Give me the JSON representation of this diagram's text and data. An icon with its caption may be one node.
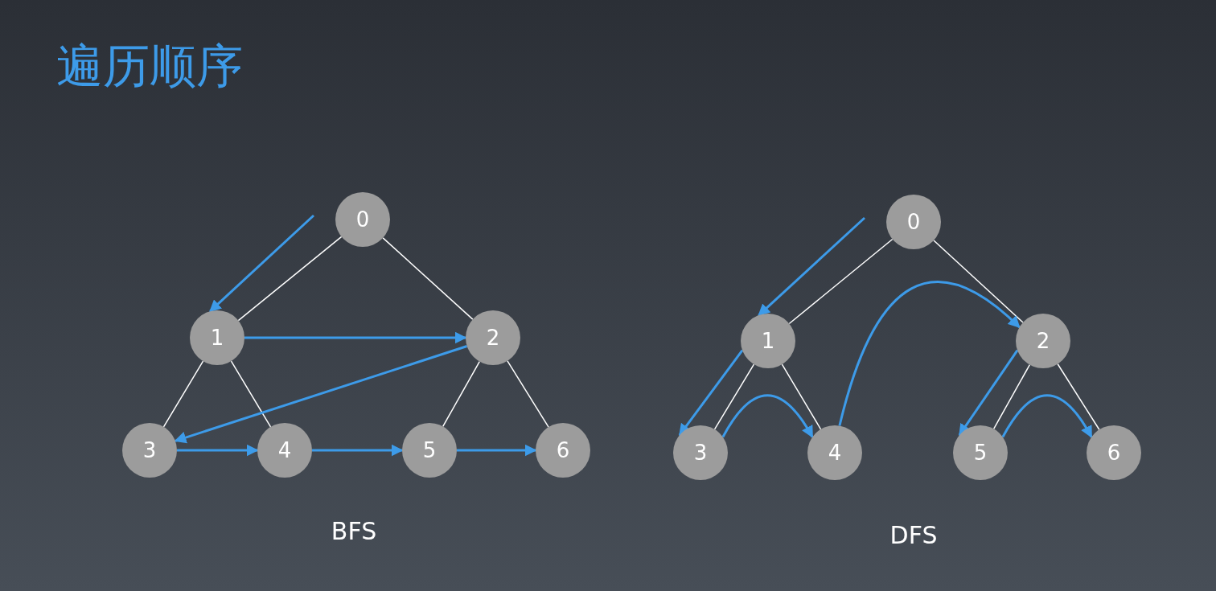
{
  "diagram": {
    "title": "遍历顺序",
    "nodes": [
      {
        "text": [
          "0"
        ]
      },
      {
        "text": [
          "1"
        ]
      },
      {
        "text": [
          "2"
        ]
      },
      {
        "text": [
          "3"
        ]
      },
      {
        "text": [
          "4"
        ]
      },
      {
        "text": [
          "5"
        ]
      },
      {
        "text": [
          "6"
        ]
      },
      {
        "text": [
          "0"
        ]
      },
      {
        "text": [
          "1"
        ]
      },
      {
        "text": [
          "2"
        ]
      },
      {
        "text": [
          "3"
        ]
      },
      {
        "text": [
          "4"
        ]
      },
      {
        "text": [
          "5"
        ]
      },
      {
        "text": [
          "6"
        ]
      }
    ],
    "edges": [
      {
        "from": 0,
        "to": 1,
        "arrow": "none"
      },
      {
        "from": 0,
        "to": 2,
        "arrow": "none"
      },
      {
        "from": 1,
        "to": 3,
        "arrow": "none"
      },
      {
        "from": 1,
        "to": 4,
        "arrow": "none"
      },
      {
        "from": 2,
        "to": 5,
        "arrow": "none"
      },
      {
        "from": 2,
        "to": 6,
        "arrow": "none"
      },
      {
        "from": null,
        "to": 1,
        "arrow": "to",
        "color": "#3d9be9"
      },
      {
        "from": 1,
        "to": 2,
        "arrow": "to",
        "color": "#3d9be9"
      },
      {
        "from": 2,
        "to": 3,
        "arrow": "to",
        "color": "#3d9be9"
      },
      {
        "from": 3,
        "to": 4,
        "arrow": "to",
        "color": "#3d9be9"
      },
      {
        "from": 4,
        "to": 5,
        "arrow": "to",
        "color": "#3d9be9"
      },
      {
        "from": 5,
        "to": 6,
        "arrow": "to",
        "color": "#3d9be9"
      },
      {
        "from": 7,
        "to": 8,
        "arrow": "none"
      },
      {
        "from": 7,
        "to": 9,
        "arrow": "none"
      },
      {
        "from": 8,
        "to": 10,
        "arrow": "none"
      },
      {
        "from": 8,
        "to": 11,
        "arrow": "none"
      },
      {
        "from": 9,
        "to": 12,
        "arrow": "none"
      },
      {
        "from": 9,
        "to": 13,
        "arrow": "none"
      },
      {
        "from": null,
        "to": 8,
        "arrow": "to",
        "color": "#3d9be9"
      },
      {
        "from": 8,
        "to": 10,
        "arrow": "to",
        "color": "#3d9be9"
      },
      {
        "from": 10,
        "to": 11,
        "arrow": "to",
        "color": "#3d9be9"
      },
      {
        "from": 11,
        "to": 9,
        "arrow": "to",
        "color": "#3d9be9"
      },
      {
        "from": 9,
        "to": 12,
        "arrow": "to",
        "color": "#3d9be9"
      },
      {
        "from": 12,
        "to": 13,
        "arrow": "to",
        "color": "#3d9be9"
      }
    ],
    "labels": [
      "BFS",
      "DFS"
    ]
  }
}
